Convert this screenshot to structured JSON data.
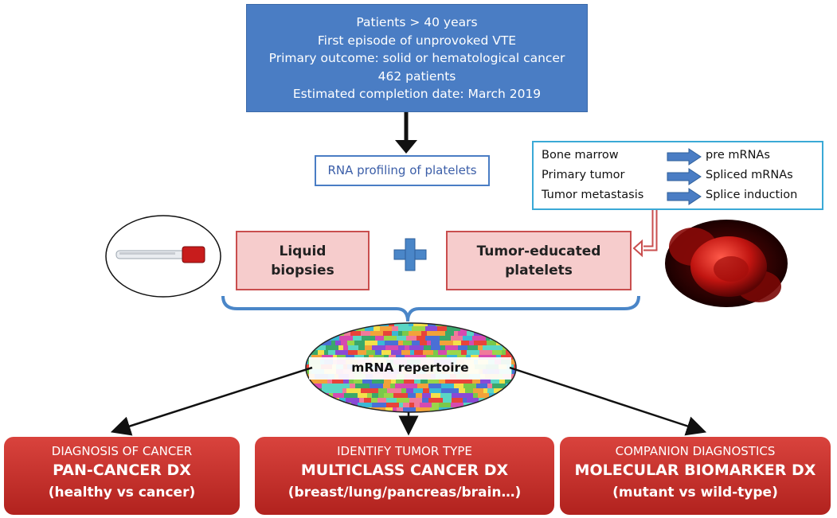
{
  "top_box": {
    "lines": [
      "Patients > 40 years",
      "First episode of unprovoked VTE",
      "Primary outcome: solid or hematological cancer",
      "462 patients",
      "Estimated completion date: March 2019"
    ]
  },
  "rna_profiling": "RNA profiling of platelets",
  "info_box": {
    "rows": [
      {
        "source": "Bone  marrow",
        "target": "pre mRNAs"
      },
      {
        "source": "Primary tumor",
        "target": "Spliced mRNAs"
      },
      {
        "source": "Tumor metastasis",
        "target": "Splice induction"
      }
    ]
  },
  "liquid_biopsies": {
    "line1": "Liquid",
    "line2": "biopsies"
  },
  "tumor_platelets": {
    "line1": "Tumor-educated",
    "line2": "platelets"
  },
  "mrna_repertoire": "mRNA repertoire",
  "outcomes": [
    {
      "category": "DIAGNOSIS OF CANCER",
      "title": "PAN-CANCER DX",
      "detail": "(healthy vs cancer)"
    },
    {
      "category": "IDENTIFY TUMOR TYPE",
      "title": "MULTICLASS CANCER DX",
      "detail": "(breast/lung/pancreas/brain…)"
    },
    {
      "category": "COMPANION DIAGNOSTICS",
      "title": "MOLECULAR BIOMARKER DX",
      "detail": "(mutant vs wild-type)"
    }
  ],
  "colors": {
    "top_box": "#4a7dc4",
    "info_border": "#3aa9d6",
    "pink_fill": "#f6cccc",
    "pink_border": "#c94e4e",
    "outcome_red": "#c8312c",
    "bracket_blue": "#4a86c8"
  },
  "icons": [
    "blood-tube-icon",
    "red-blood-cells-icon",
    "plus-icon",
    "mosaic-ellipse-icon"
  ]
}
